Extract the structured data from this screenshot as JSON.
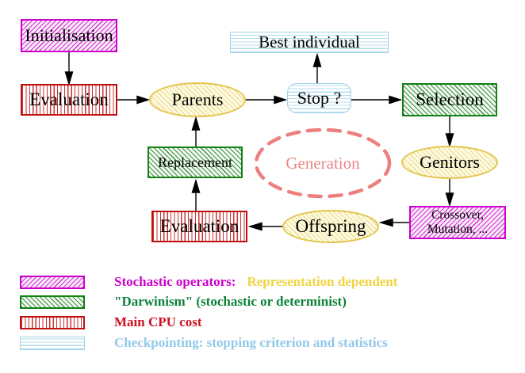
{
  "nodes": {
    "initialisation": "Initialisation",
    "evaluation_top": "Evaluation",
    "best_individual": "Best individual",
    "parents": "Parents",
    "stop": "Stop ?",
    "selection": "Selection",
    "replacement": "Replacement",
    "generation": "Generation",
    "genitors": "Genitors",
    "crossover_line1": "Crossover,",
    "crossover_line2": "Mutation, ...",
    "offspring": "Offspring",
    "evaluation_bottom": "Evaluation"
  },
  "legend": {
    "rows": [
      {
        "name": "stochastic-operators",
        "label": "Stochastic operators:",
        "label_extra": "Representation dependent"
      },
      {
        "name": "darwinism",
        "label": "\"Darwinism\" (stochastic or determinist)"
      },
      {
        "name": "main-cpu-cost",
        "label": "Main CPU cost"
      },
      {
        "name": "checkpointing",
        "label": "Checkpointing: stopping criterion and statistics"
      }
    ]
  },
  "colors": {
    "magenta": "#CC00CC",
    "green": "#128012",
    "red": "#C01010",
    "cyan_stripe": "#A8D8EC",
    "yellow_ellipse_border": "#E3C54F",
    "generation_salmon": "#EE7F7F",
    "legend_yellow_text": "#EFD43F",
    "legend_green_text": "#0B8038",
    "legend_red_text": "#CC1122",
    "legend_cyan_text": "#92C8EA"
  }
}
